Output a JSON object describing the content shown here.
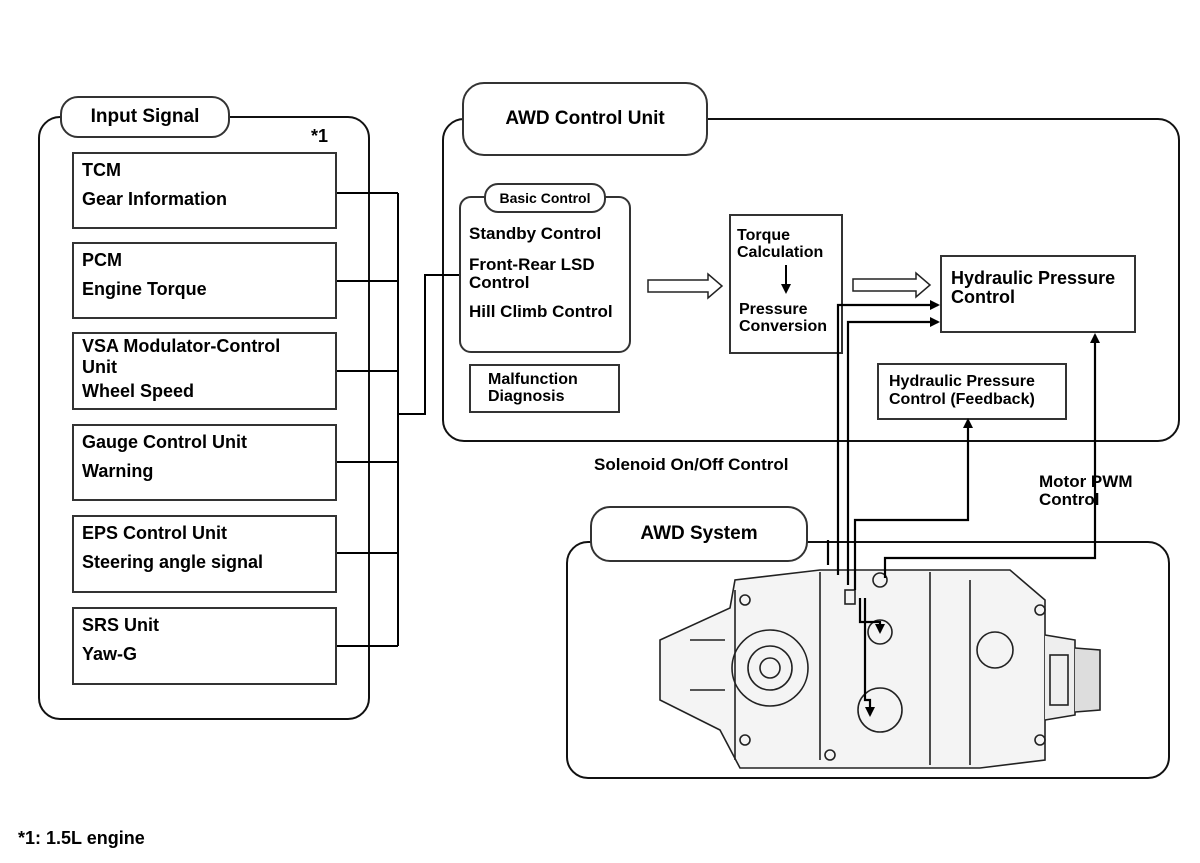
{
  "input_signal": {
    "title": "Input Signal",
    "note_marker": "*1",
    "items": [
      {
        "source": "TCM",
        "signal": "Gear Information"
      },
      {
        "source": "PCM",
        "signal": "Engine Torque"
      },
      {
        "source": "VSA Modulator-Control Unit",
        "signal": "Wheel Speed"
      },
      {
        "source": "Gauge Control Unit",
        "signal": "Warning"
      },
      {
        "source": "EPS Control Unit",
        "signal": "Steering angle signal"
      },
      {
        "source": "SRS Unit",
        "signal": "Yaw-G"
      }
    ]
  },
  "awd_control_unit": {
    "title": "AWD Control Unit",
    "basic_control": {
      "title": "Basic Control",
      "items": [
        "Standby Control",
        "Front-Rear LSD Control",
        "Hill Climb Control"
      ]
    },
    "malfunction": "Malfunction Diagnosis",
    "torque_calc": "Torque Calculation",
    "pressure_conv": "Pressure Conversion",
    "hydraulic_pc": "Hydraulic Pressure Control",
    "hydraulic_feedback": "Hydraulic Pressure Control (Feedback)"
  },
  "labels": {
    "solenoid": "Solenoid On/Off Control",
    "motor_pwm": "Motor PWM Control"
  },
  "awd_system": {
    "title": "AWD System",
    "image_icon": "rear-differential-illustration"
  },
  "footnote": "*1: 1.5L engine"
}
